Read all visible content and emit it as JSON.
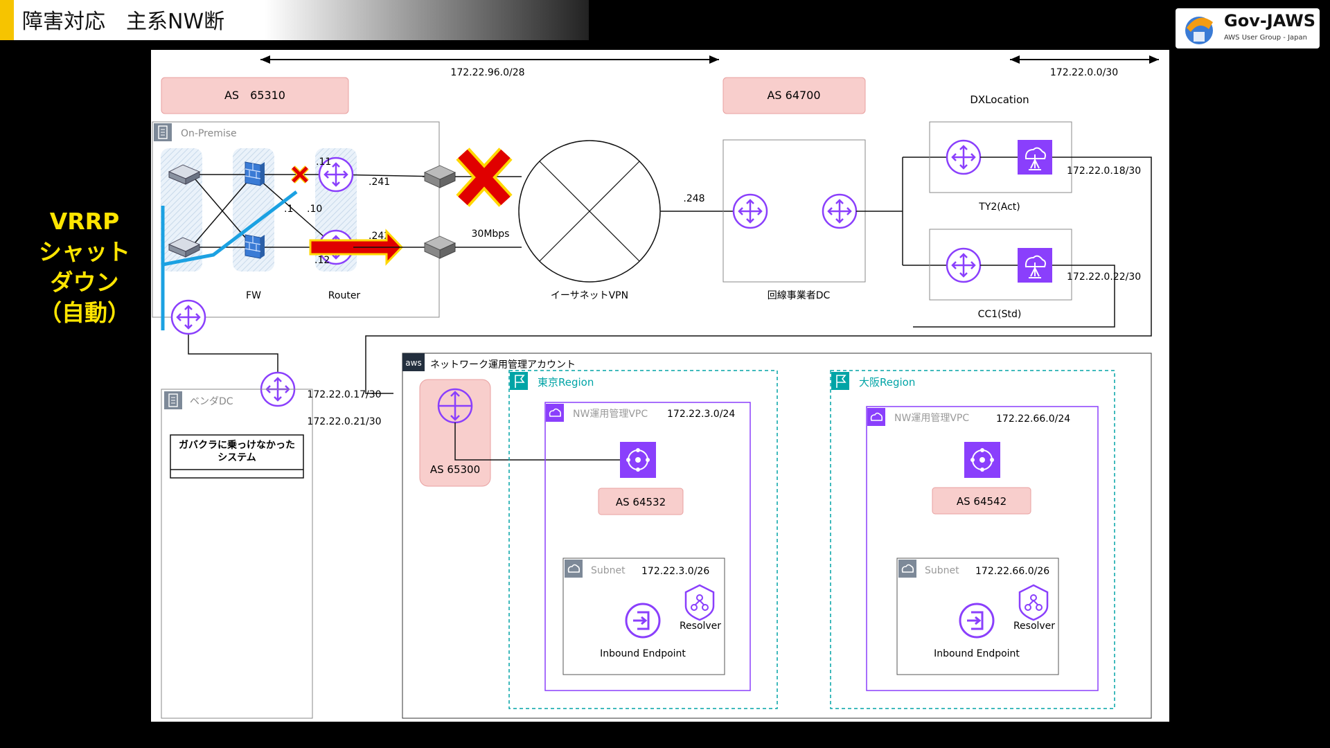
{
  "slide": {
    "title": "障害対応　主系NW断",
    "logo_main": "Gov-JAWS",
    "logo_sub": "AWS User Group - Japan",
    "callout_lines": [
      "VRRP",
      "シャット",
      "ダウン",
      "（自動）"
    ],
    "callout_color": "#ffe500"
  },
  "diagram": {
    "cidr_top_left": "172.22.96.0/28",
    "cidr_top_right": "172.22.0.0/30",
    "as_onprem": "AS　65310",
    "as_carrier": "AS 64700",
    "dx_location_label": "DXLocation",
    "onprem_label": "On-Premise",
    "fw_label": "FW",
    "router_label": "Router",
    "ip_11": ".11",
    "ip_241": ".241",
    "ip_1": ".1",
    "ip_10": ".10",
    "ip_242": ".242",
    "ip_12": ".12",
    "bandwidth": "30Mbps",
    "vpn_label": "イーサネットVPN",
    "ip_248": ".248",
    "carrier_dc_label": "回線事業者DC",
    "ty2_label": "TY2(Act)",
    "cc1_label": "CC1(Std)",
    "cidr_ty2": "172.22.0.18/30",
    "cidr_cc1": "172.22.0.22/30",
    "cidr_17": "172.22.0.17/30",
    "cidr_21": "172.22.0.21/30",
    "vendor_dc_label": "ベンダDC",
    "govcloud_note_line1": "ガバクラに乗っけなかった",
    "govcloud_note_line2": "システム",
    "aws_badge": "aws",
    "account_label": "ネットワーク運用管理アカウント",
    "as_dxgw": "AS 65300",
    "tokyo": {
      "region": "東京Region",
      "vpc": "NW運用管理VPC",
      "vpc_cidr": "172.22.3.0/24",
      "as": "AS 64532",
      "subnet": "Subnet",
      "subnet_cidr": "172.22.3.0/26",
      "resolver": "Resolver",
      "endpoint": "Inbound Endpoint"
    },
    "osaka": {
      "region": "大阪Region",
      "vpc": "NW運用管理VPC",
      "vpc_cidr": "172.22.66.0/24",
      "as": "AS 64542",
      "subnet": "Subnet",
      "subnet_cidr": "172.22.66.0/26",
      "resolver": "Resolver",
      "endpoint": "Inbound Endpoint"
    }
  }
}
